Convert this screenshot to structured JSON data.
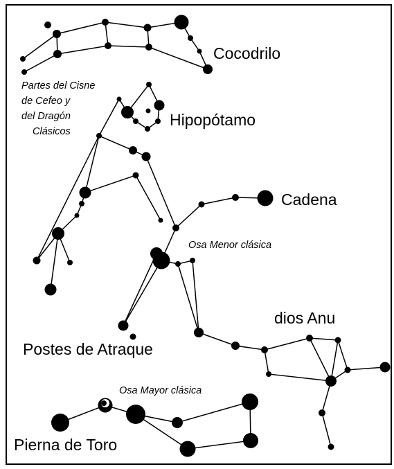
{
  "labels": {
    "cocodrilo": "Cocodrilo",
    "cisne_1": "Partes del Cisne",
    "cisne_2": "de Cefeo y",
    "cisne_3": "del Dragón",
    "cisne_4": "Clásicos",
    "hipopotamo": "Hipopótamo",
    "cadena": "Cadena",
    "osa_menor": "Osa Menor clásica",
    "postes": "Postes de Atraque",
    "anu": "dios Anu",
    "osa_mayor": "Osa Mayor clásica",
    "pierna": "Pierna de Toro"
  }
}
